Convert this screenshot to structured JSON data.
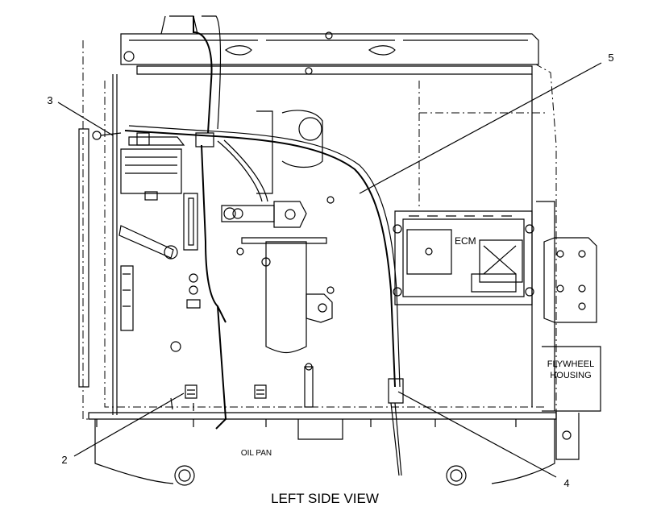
{
  "diagram": {
    "callouts": [
      {
        "id": "callout-1",
        "number": "3"
      },
      {
        "id": "callout-2",
        "number": "5"
      },
      {
        "id": "callout-3",
        "number": "2"
      },
      {
        "id": "callout-4",
        "number": "4"
      }
    ],
    "labels": {
      "ecm": "ECM",
      "flywheel_line1": "FLYWHEEL",
      "flywheel_line2": "HOUSING",
      "oil_pan": "OIL PAN"
    },
    "caption": "LEFT SIDE VIEW"
  }
}
